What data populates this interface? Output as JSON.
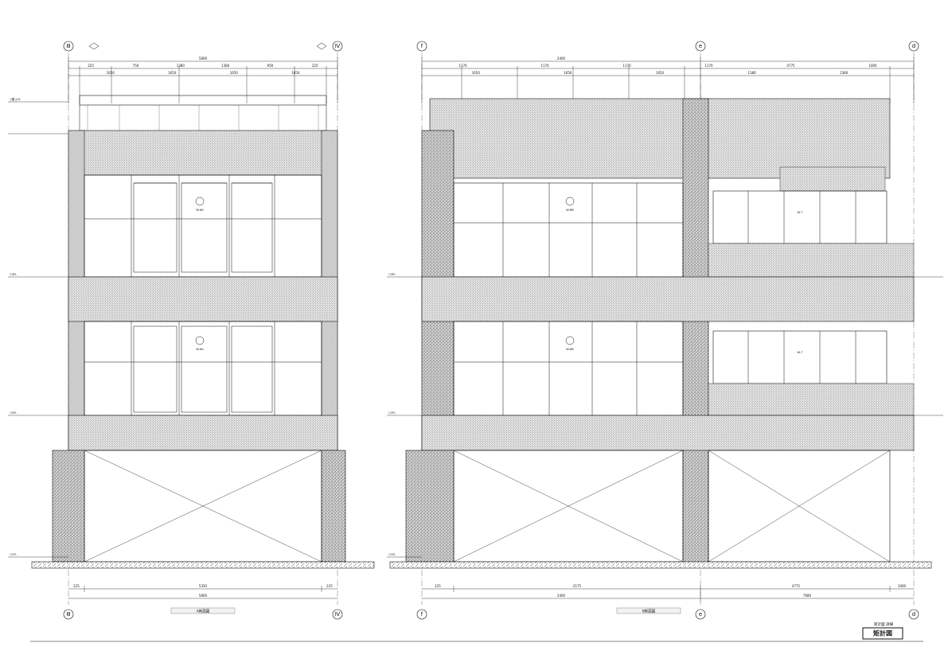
{
  "drawing": {
    "left_elevation": {
      "grid_top": [
        "Ⅲ",
        "Ⅳ"
      ],
      "grid_bottom": [
        "Ⅲ",
        "Ⅳ"
      ],
      "overall_dim_top": "5800",
      "overall_dim_bottom": "5800",
      "sub_dims_bottom": [
        "225",
        "5350",
        "225"
      ],
      "panel_dims_top": [
        "225",
        "750",
        "1380",
        "1380",
        "950",
        "225"
      ],
      "panel_dims_second": [
        "1650",
        "1650",
        "1650",
        "1650"
      ],
      "window_tags": [
        "W-6A",
        "W-6A"
      ],
      "floor_labels": [
        "▽屋上FL",
        "▽3FL",
        "▽2FL",
        "▽1FL"
      ],
      "section_caption": "A断面図"
    },
    "right_elevation": {
      "grid_top": [
        "f",
        "e",
        "d"
      ],
      "grid_bottom": [
        "f",
        "e",
        "d"
      ],
      "overall_dim_top": "2400",
      "overall_dim_bottom_left": "2400",
      "overall_dim_bottom_right": "7680",
      "sub_dims_bottom": [
        "225",
        "2175",
        "4775",
        "1000"
      ],
      "panel_dims_top": [
        "1170",
        "1170",
        "1170",
        "1170",
        "4775",
        "1000"
      ],
      "panel_dims_second": [
        "1650",
        "1650",
        "1650",
        "1380",
        "1380"
      ],
      "window_tags": [
        "W-6B",
        "W-6B",
        "W-7",
        "W-7"
      ],
      "floor_labels": [
        "▽3FL",
        "▽2FL",
        "▽1FL"
      ],
      "section_caption": "B断面図"
    },
    "title_block": {
      "small_title": "矩計図 詳細",
      "stamp": "矩計図"
    }
  }
}
